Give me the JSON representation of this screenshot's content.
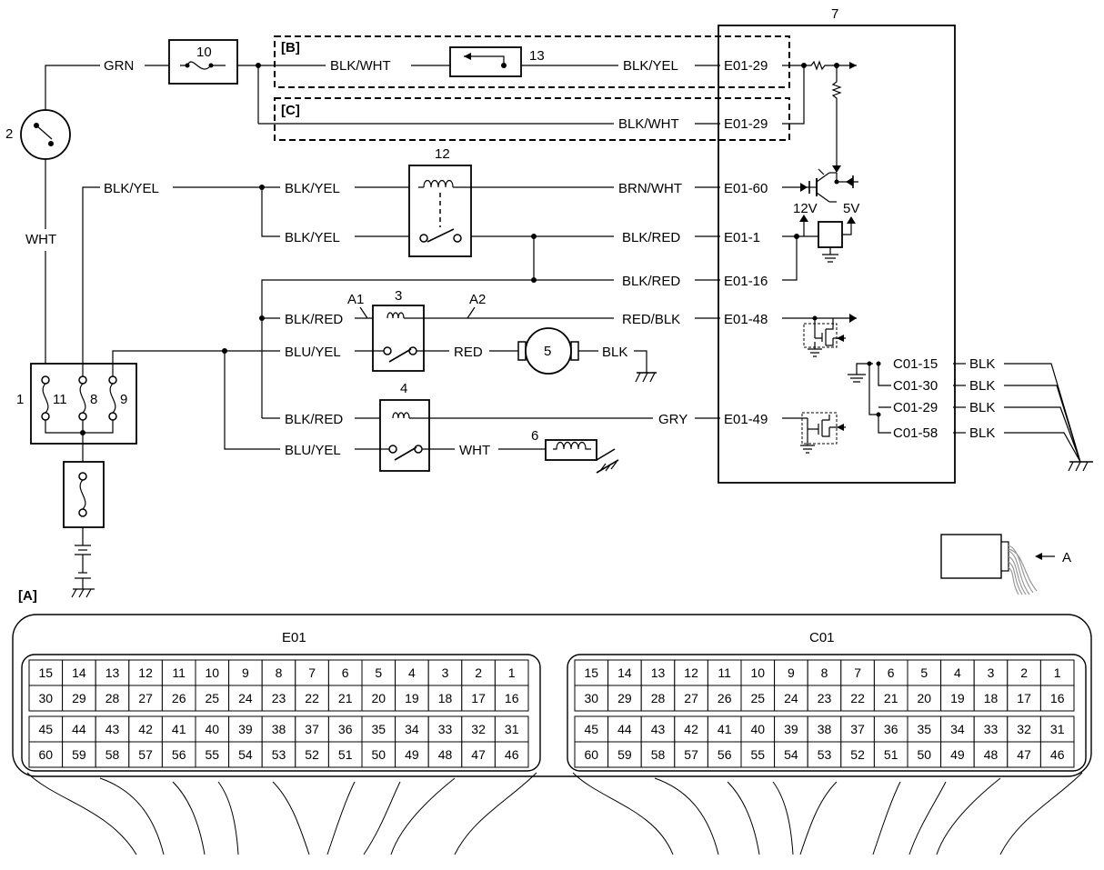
{
  "wire_colors": {
    "grn": "GRN",
    "wht": "WHT",
    "blk_wht_b": "BLK/WHT",
    "blk_yel_b": "BLK/YEL",
    "blk_wht_c": "BLK/WHT",
    "blk_yel_left": "BLK/YEL",
    "blk_yel_r1": "BLK/YEL",
    "blk_yel_r2": "BLK/YEL",
    "brn_wht": "BRN/WHT",
    "blk_red_1": "BLK/RED",
    "blk_red_16": "BLK/RED",
    "blk_red_3": "BLK/RED",
    "red_blk": "RED/BLK",
    "blu_yel_3": "BLU/YEL",
    "red": "RED",
    "blk_5": "BLK",
    "blk_red_4": "BLK/RED",
    "gry": "GRY",
    "blu_yel_4": "BLU/YEL",
    "wht_6": "WHT",
    "blk_c1": "BLK",
    "blk_c2": "BLK",
    "blk_c3": "BLK",
    "blk_c4": "BLK"
  },
  "terminals": {
    "e01_29_b": "E01-29",
    "e01_29_c": "E01-29",
    "e01_60": "E01-60",
    "e01_1": "E01-1",
    "e01_16": "E01-16",
    "e01_48": "E01-48",
    "e01_49": "E01-49",
    "c01_15": "C01-15",
    "c01_30": "C01-30",
    "c01_29": "C01-29",
    "c01_58": "C01-58"
  },
  "component_numbers": {
    "c1": "1",
    "c2": "2",
    "c3": "3",
    "c4": "4",
    "c5": "5",
    "c6": "6",
    "c7": "7",
    "c8": "8",
    "c9": "9",
    "c10": "10",
    "c11": "11",
    "c12": "12",
    "c13": "13"
  },
  "section_labels": {
    "b": "[B]",
    "c": "[C]",
    "a": "[A]"
  },
  "point_labels": {
    "a1": "A1",
    "a2": "A2",
    "arrow_a": "A"
  },
  "voltages": {
    "v12": "12V",
    "v5": "5V"
  },
  "connector_panel": {
    "e01_title": "E01",
    "c01_title": "C01",
    "rows": [
      [
        "15",
        "14",
        "13",
        "12",
        "11",
        "10",
        "9",
        "8",
        "7",
        "6",
        "5",
        "4",
        "3",
        "2",
        "1"
      ],
      [
        "30",
        "29",
        "28",
        "27",
        "26",
        "25",
        "24",
        "23",
        "22",
        "21",
        "20",
        "19",
        "18",
        "17",
        "16"
      ],
      [
        "45",
        "44",
        "43",
        "42",
        "41",
        "40",
        "39",
        "38",
        "37",
        "36",
        "35",
        "34",
        "33",
        "32",
        "31"
      ],
      [
        "60",
        "59",
        "58",
        "57",
        "56",
        "55",
        "54",
        "53",
        "52",
        "51",
        "50",
        "49",
        "48",
        "47",
        "46"
      ]
    ]
  }
}
